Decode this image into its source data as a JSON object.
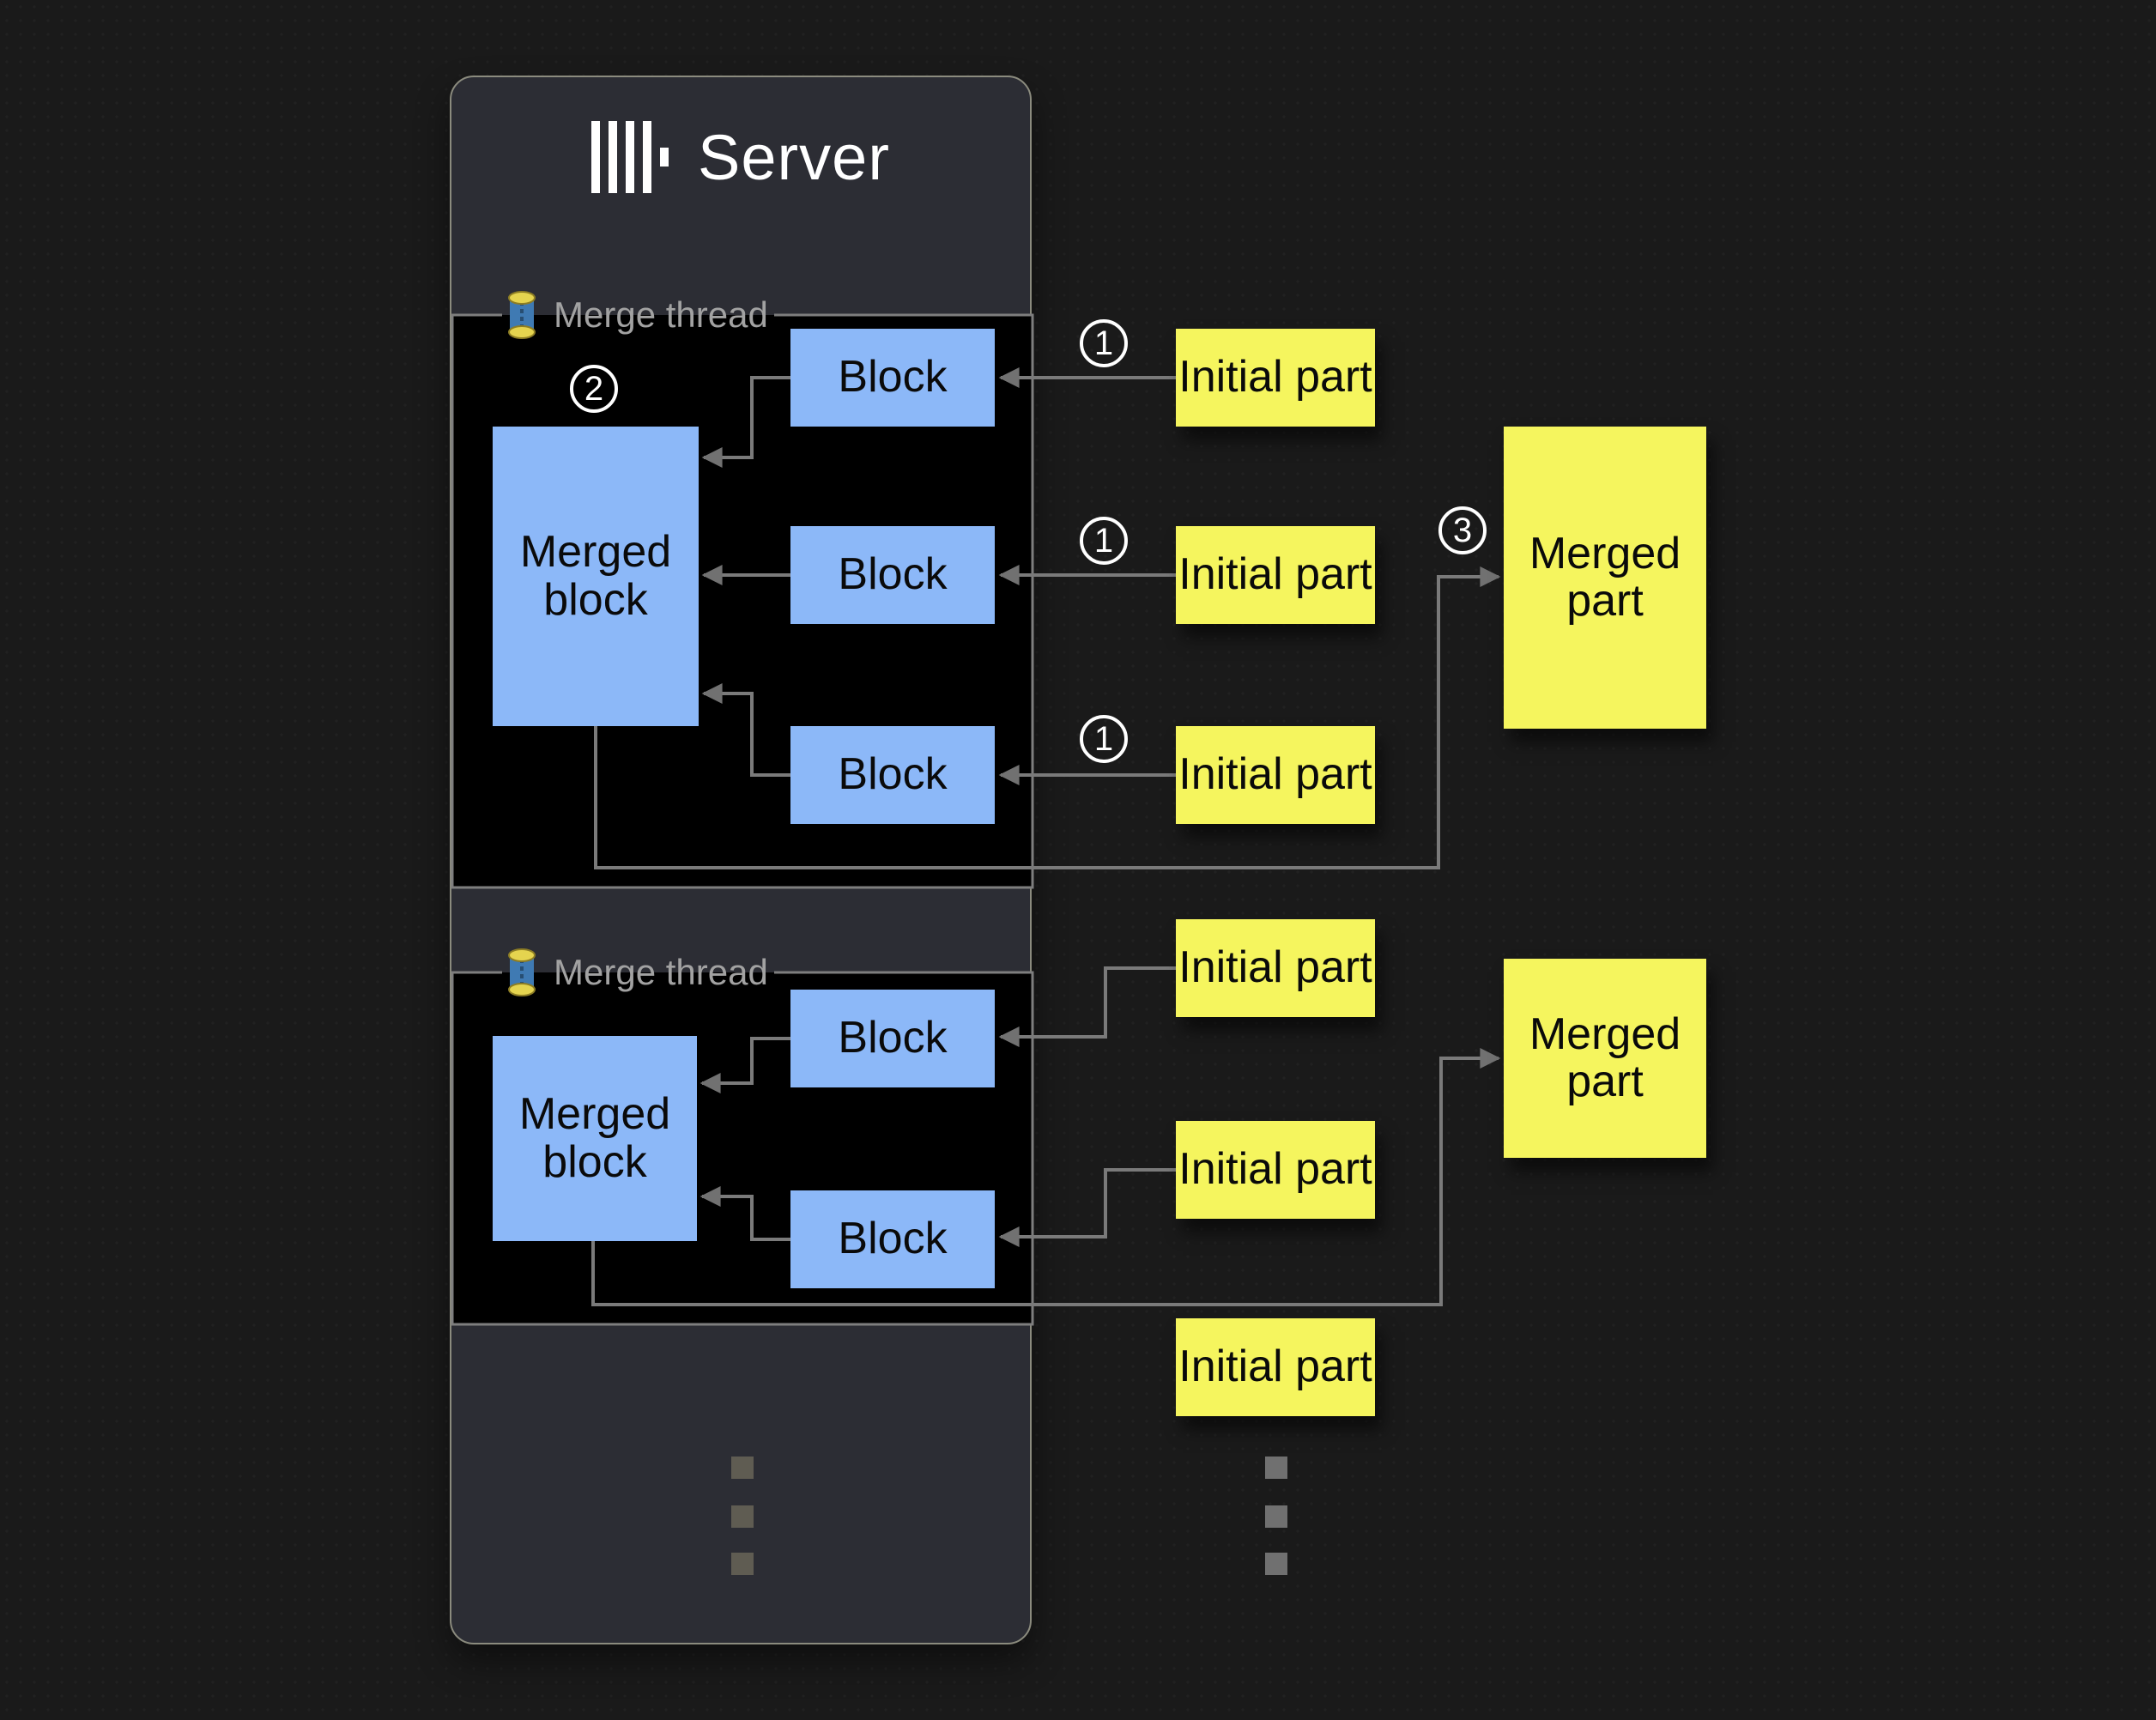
{
  "server": {
    "title": "Server",
    "threads": [
      {
        "label": "Merge thread",
        "badge": "2",
        "merged_block": "Merged block",
        "blocks": [
          "Block",
          "Block",
          "Block"
        ]
      },
      {
        "label": "Merge thread",
        "merged_block": "Merged block",
        "blocks": [
          "Block",
          "Block"
        ]
      }
    ]
  },
  "parts": {
    "thread1": {
      "initial": [
        {
          "badge": "1",
          "label": "Initial part"
        },
        {
          "badge": "1",
          "label": "Initial part"
        },
        {
          "badge": "1",
          "label": "Initial part"
        }
      ],
      "merged": {
        "badge": "3",
        "label": "Merged part"
      }
    },
    "thread2": {
      "initial": [
        {
          "label": "Initial part"
        },
        {
          "label": "Initial part"
        },
        {
          "label": "Initial part"
        }
      ],
      "merged": {
        "label": "Merged part"
      }
    }
  },
  "colors": {
    "background": "#1a1a1a",
    "panel": "#2c2d34",
    "panel_border": "#8b8b7e",
    "thread_box": "#000000",
    "block_blue": "#8cb8f8",
    "part_yellow": "#f5f55e",
    "connector": "#7a7a7a",
    "label_gray": "#a2a2a2",
    "title_white": "#ffffff"
  }
}
